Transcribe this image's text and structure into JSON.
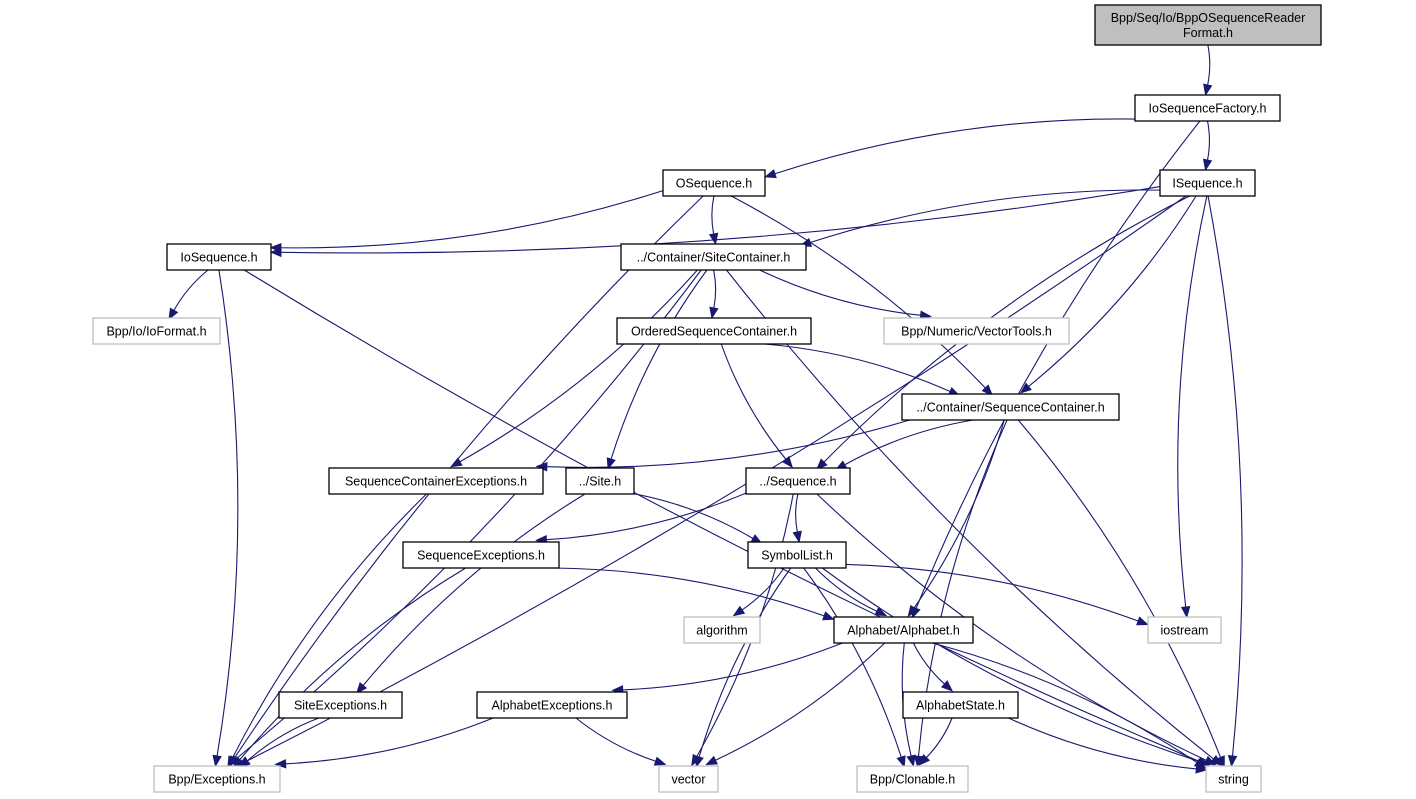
{
  "diagram": {
    "title": "Bpp/Seq/Io/BppOSequenceReaderFormat.h include dependency graph",
    "colors": {
      "edge": "#191970",
      "root_fill": "#bfbfbf",
      "local_border": "#000000",
      "external_border": "#bfbfbf"
    },
    "nodes": [
      {
        "id": "root",
        "label": [
          "Bpp/Seq/Io/BppOSequenceReader",
          "Format.h"
        ],
        "kind": "root"
      },
      {
        "id": "iosequencefactory",
        "label": [
          "IoSequenceFactory.h"
        ],
        "kind": "local"
      },
      {
        "id": "osequence",
        "label": [
          "OSequence.h"
        ],
        "kind": "local"
      },
      {
        "id": "isequence",
        "label": [
          "ISequence.h"
        ],
        "kind": "local"
      },
      {
        "id": "iosequence",
        "label": [
          "IoSequence.h"
        ],
        "kind": "local"
      },
      {
        "id": "sitecontainer",
        "label": [
          "../Container/SiteContainer.h"
        ],
        "kind": "local"
      },
      {
        "id": "ioformat",
        "label": [
          "Bpp/Io/IoFormat.h"
        ],
        "kind": "external"
      },
      {
        "id": "orderedseqcontainer",
        "label": [
          "OrderedSequenceContainer.h"
        ],
        "kind": "local"
      },
      {
        "id": "vectortools",
        "label": [
          "Bpp/Numeric/VectorTools.h"
        ],
        "kind": "external"
      },
      {
        "id": "seqcontainer",
        "label": [
          "../Container/SequenceContainer.h"
        ],
        "kind": "local"
      },
      {
        "id": "seqcontainerexceptions",
        "label": [
          "SequenceContainerExceptions.h"
        ],
        "kind": "local"
      },
      {
        "id": "site",
        "label": [
          "../Site.h"
        ],
        "kind": "local"
      },
      {
        "id": "sequence",
        "label": [
          "../Sequence.h"
        ],
        "kind": "local"
      },
      {
        "id": "seqexceptions",
        "label": [
          "SequenceExceptions.h"
        ],
        "kind": "local"
      },
      {
        "id": "symbollist",
        "label": [
          "SymbolList.h"
        ],
        "kind": "local"
      },
      {
        "id": "algorithm",
        "label": [
          "algorithm"
        ],
        "kind": "external"
      },
      {
        "id": "alphabet",
        "label": [
          "Alphabet/Alphabet.h"
        ],
        "kind": "local"
      },
      {
        "id": "iostream",
        "label": [
          "iostream"
        ],
        "kind": "external"
      },
      {
        "id": "siteexceptions",
        "label": [
          "SiteExceptions.h"
        ],
        "kind": "local"
      },
      {
        "id": "alphabetexceptions",
        "label": [
          "AlphabetExceptions.h"
        ],
        "kind": "local"
      },
      {
        "id": "alphabetstate",
        "label": [
          "AlphabetState.h"
        ],
        "kind": "local"
      },
      {
        "id": "exceptions",
        "label": [
          "Bpp/Exceptions.h"
        ],
        "kind": "external"
      },
      {
        "id": "vector",
        "label": [
          "vector"
        ],
        "kind": "external"
      },
      {
        "id": "clonable",
        "label": [
          "Bpp/Clonable.h"
        ],
        "kind": "external"
      },
      {
        "id": "string",
        "label": [
          "string"
        ],
        "kind": "external"
      }
    ],
    "edges": [
      {
        "from": "root",
        "to": "iosequencefactory"
      },
      {
        "from": "iosequencefactory",
        "to": "osequence"
      },
      {
        "from": "iosequencefactory",
        "to": "isequence"
      },
      {
        "from": "iosequencefactory",
        "to": "alphabet"
      },
      {
        "from": "osequence",
        "to": "iosequence"
      },
      {
        "from": "osequence",
        "to": "sitecontainer"
      },
      {
        "from": "osequence",
        "to": "seqcontainer"
      },
      {
        "from": "osequence",
        "to": "exceptions"
      },
      {
        "from": "isequence",
        "to": "iosequence"
      },
      {
        "from": "isequence",
        "to": "sitecontainer"
      },
      {
        "from": "isequence",
        "to": "seqcontainer"
      },
      {
        "from": "isequence",
        "to": "sequence"
      },
      {
        "from": "isequence",
        "to": "exceptions"
      },
      {
        "from": "isequence",
        "to": "iostream"
      },
      {
        "from": "isequence",
        "to": "string"
      },
      {
        "from": "iosequence",
        "to": "ioformat"
      },
      {
        "from": "iosequence",
        "to": "exceptions"
      },
      {
        "from": "iosequence",
        "to": "string"
      },
      {
        "from": "sitecontainer",
        "to": "orderedseqcontainer"
      },
      {
        "from": "sitecontainer",
        "to": "vectortools"
      },
      {
        "from": "sitecontainer",
        "to": "seqcontainerexceptions"
      },
      {
        "from": "sitecontainer",
        "to": "site"
      },
      {
        "from": "sitecontainer",
        "to": "exceptions"
      },
      {
        "from": "sitecontainer",
        "to": "string"
      },
      {
        "from": "orderedseqcontainer",
        "to": "seqcontainer"
      },
      {
        "from": "orderedseqcontainer",
        "to": "sequence"
      },
      {
        "from": "seqcontainer",
        "to": "seqcontainerexceptions"
      },
      {
        "from": "seqcontainer",
        "to": "sequence"
      },
      {
        "from": "seqcontainer",
        "to": "alphabet"
      },
      {
        "from": "seqcontainer",
        "to": "clonable"
      },
      {
        "from": "seqcontainer",
        "to": "string"
      },
      {
        "from": "seqcontainerexceptions",
        "to": "exceptions"
      },
      {
        "from": "site",
        "to": "symbollist"
      },
      {
        "from": "site",
        "to": "siteexceptions"
      },
      {
        "from": "sequence",
        "to": "seqexceptions"
      },
      {
        "from": "sequence",
        "to": "symbollist"
      },
      {
        "from": "sequence",
        "to": "vector"
      },
      {
        "from": "sequence",
        "to": "string"
      },
      {
        "from": "seqexceptions",
        "to": "alphabet"
      },
      {
        "from": "seqexceptions",
        "to": "exceptions"
      },
      {
        "from": "symbollist",
        "to": "algorithm"
      },
      {
        "from": "symbollist",
        "to": "alphabet"
      },
      {
        "from": "symbollist",
        "to": "iostream"
      },
      {
        "from": "symbollist",
        "to": "vector"
      },
      {
        "from": "symbollist",
        "to": "clonable"
      },
      {
        "from": "symbollist",
        "to": "string"
      },
      {
        "from": "alphabet",
        "to": "alphabetexceptions"
      },
      {
        "from": "alphabet",
        "to": "alphabetstate"
      },
      {
        "from": "alphabet",
        "to": "vector"
      },
      {
        "from": "alphabet",
        "to": "clonable"
      },
      {
        "from": "alphabet",
        "to": "string"
      },
      {
        "from": "siteexceptions",
        "to": "exceptions"
      },
      {
        "from": "alphabetexceptions",
        "to": "exceptions"
      },
      {
        "from": "alphabetexceptions",
        "to": "vector"
      },
      {
        "from": "alphabetstate",
        "to": "clonable"
      },
      {
        "from": "alphabetstate",
        "to": "string"
      }
    ]
  }
}
